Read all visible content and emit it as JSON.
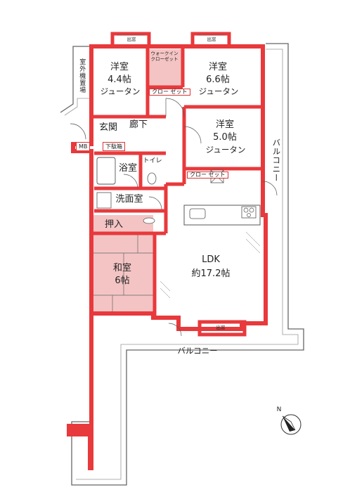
{
  "colors": {
    "wall": "#e8393c",
    "pink": "#f4c4c4",
    "line": "#555555",
    "bg": "#ffffff"
  },
  "rooms": {
    "western1": {
      "name": "洋室",
      "size": "4.4帖",
      "floor": "ジュータン"
    },
    "western2": {
      "name": "洋室",
      "size": "6.6帖",
      "floor": "ジュータン"
    },
    "western3": {
      "name": "洋室",
      "size": "5.0帖",
      "floor": "ジュータン"
    },
    "walkin": "ウォークイン\nクローゼット",
    "closet": "クロー\nゼット",
    "entrance": "玄関",
    "hallway": "廊下",
    "shoebox": "下駄箱",
    "mb": "MB",
    "bath": "浴室",
    "toilet": "トイレ",
    "washroom": "洗面室",
    "oshiire": "押入",
    "japanese": {
      "name": "和室",
      "size": "6帖"
    },
    "ldk": {
      "name": "LDK",
      "size": "約17.2帖"
    },
    "outdoor_unit": "室外機置場",
    "balcony_right": "バルコニー",
    "balcony_bottom": "バルコニー",
    "window": "出窓",
    "compass": "N"
  }
}
